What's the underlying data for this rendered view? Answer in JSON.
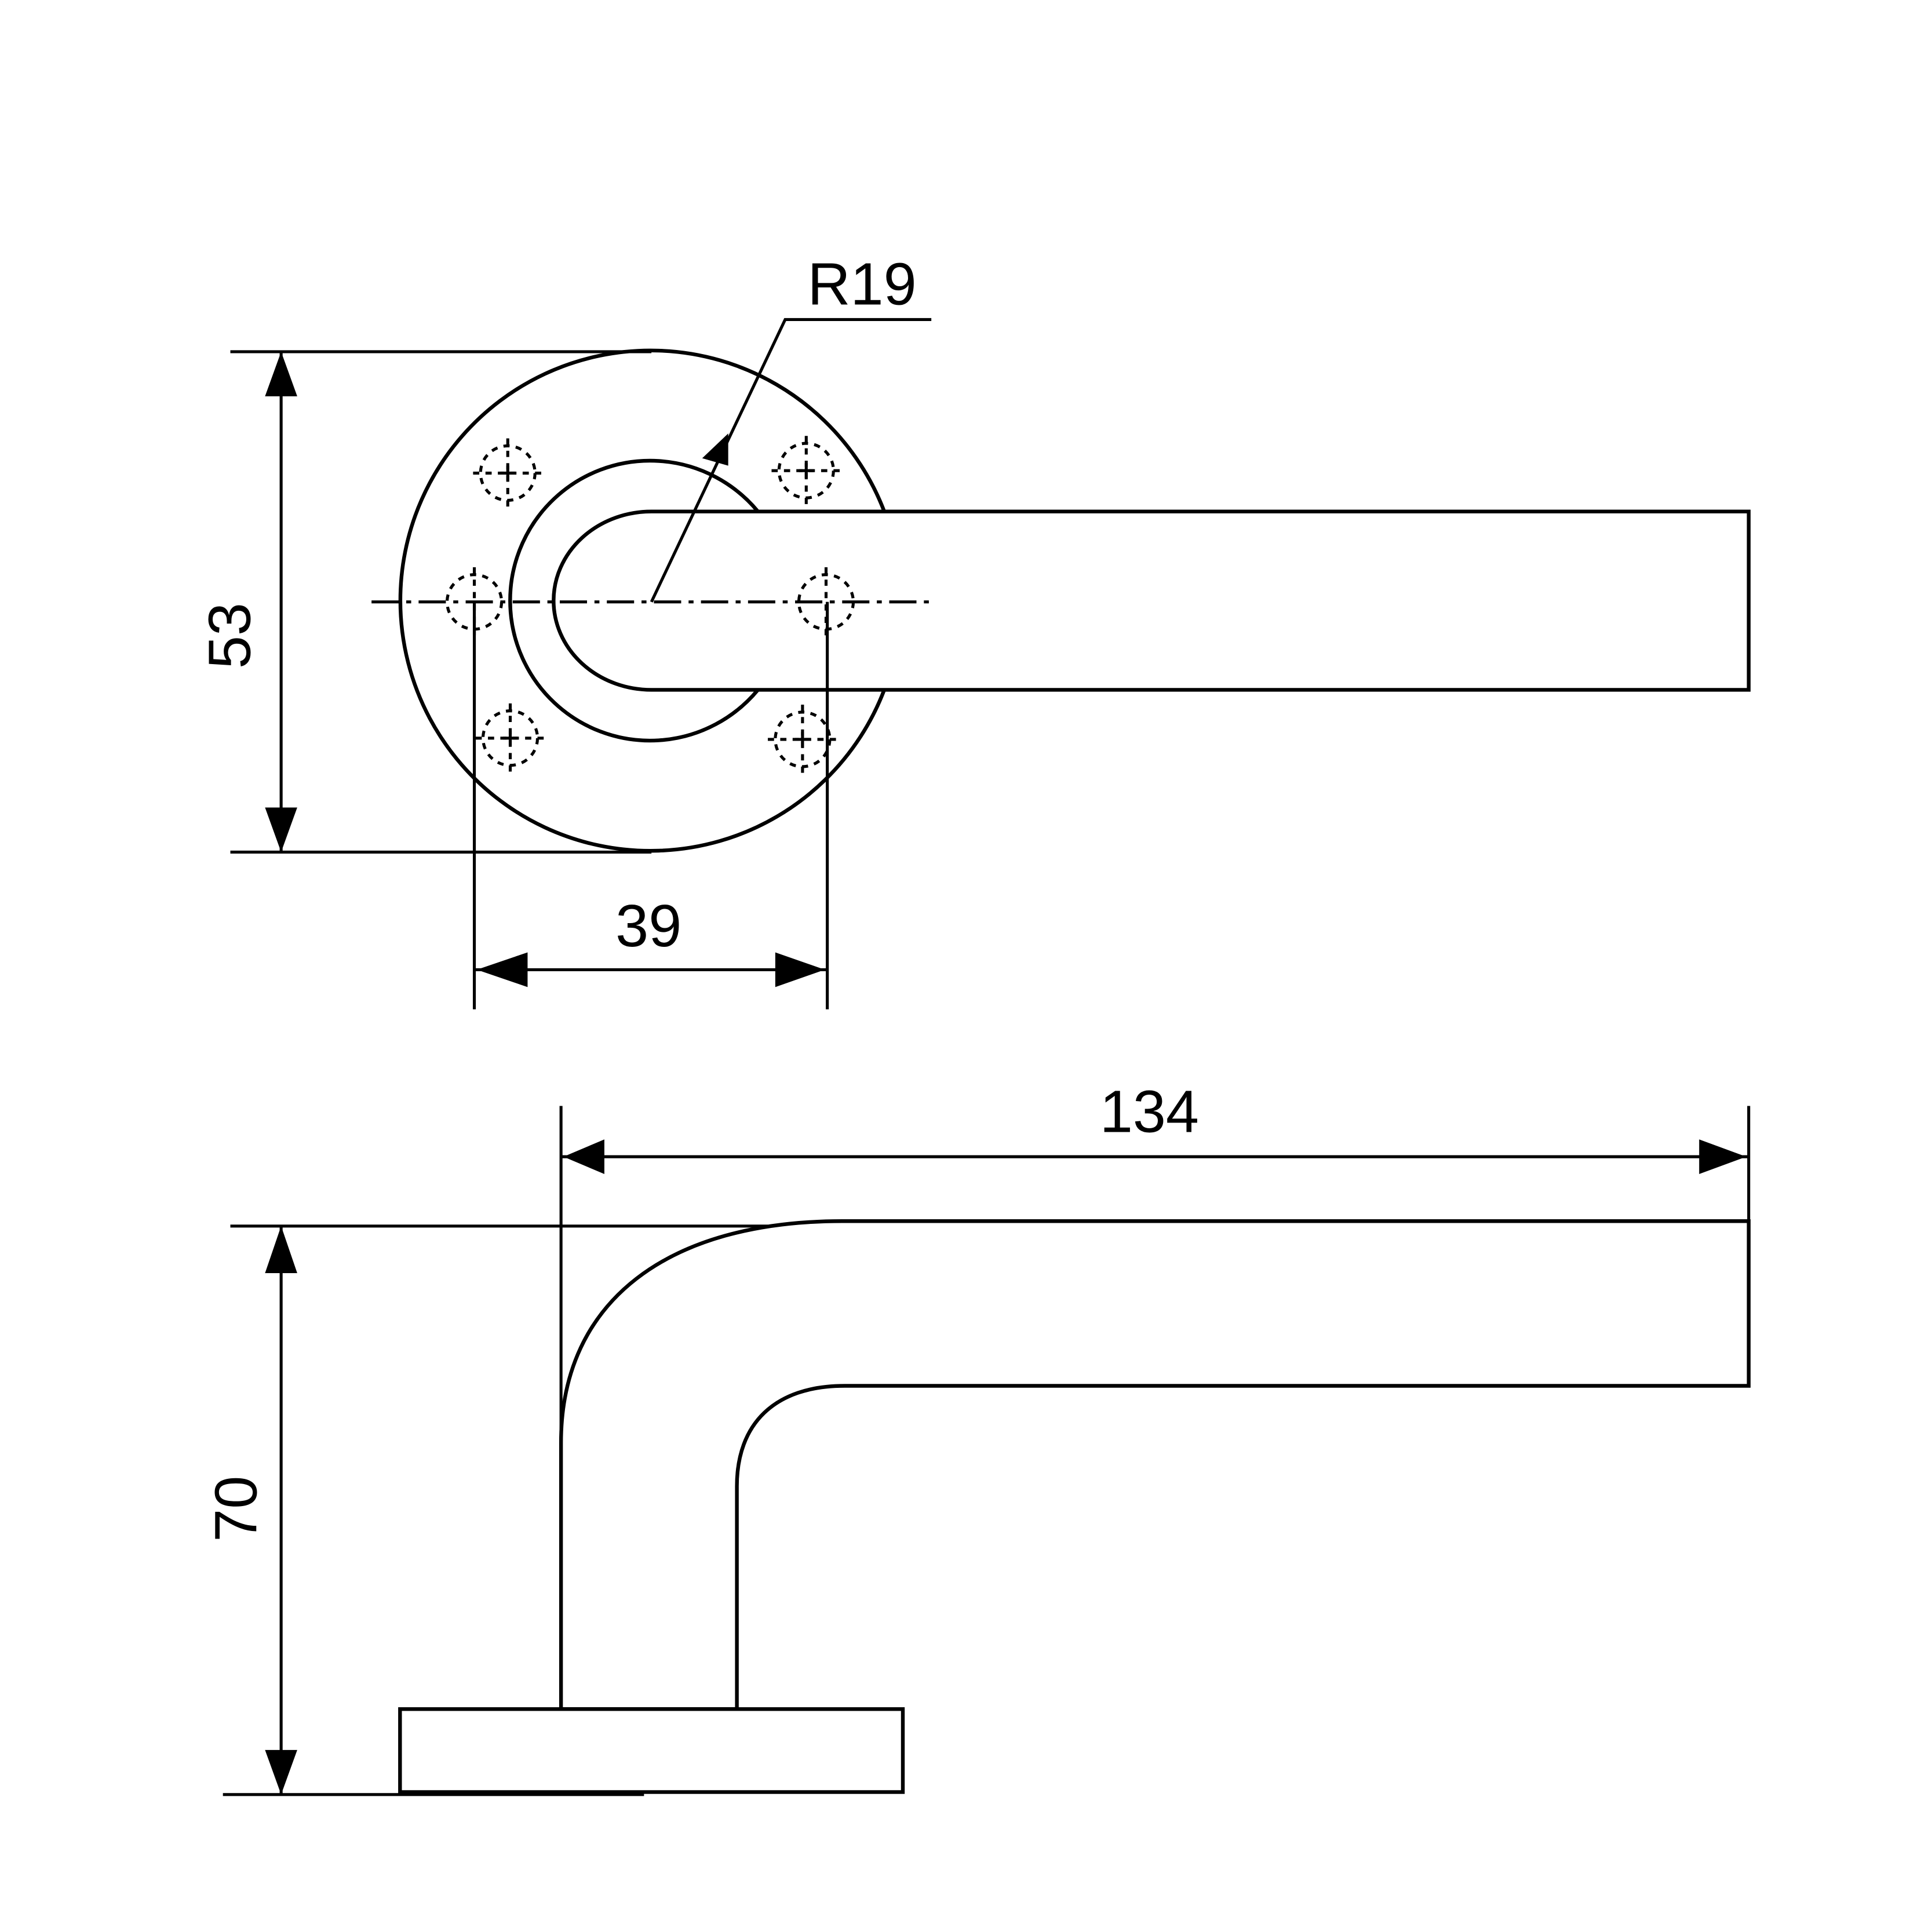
{
  "drawing": {
    "top_view": {
      "radius_label": "R19",
      "height_label": "53",
      "hole_spacing_label": "39"
    },
    "side_view": {
      "length_label": "134",
      "height_label": "70"
    },
    "colors": {
      "line": "#000000",
      "background": "#ffffff"
    }
  }
}
